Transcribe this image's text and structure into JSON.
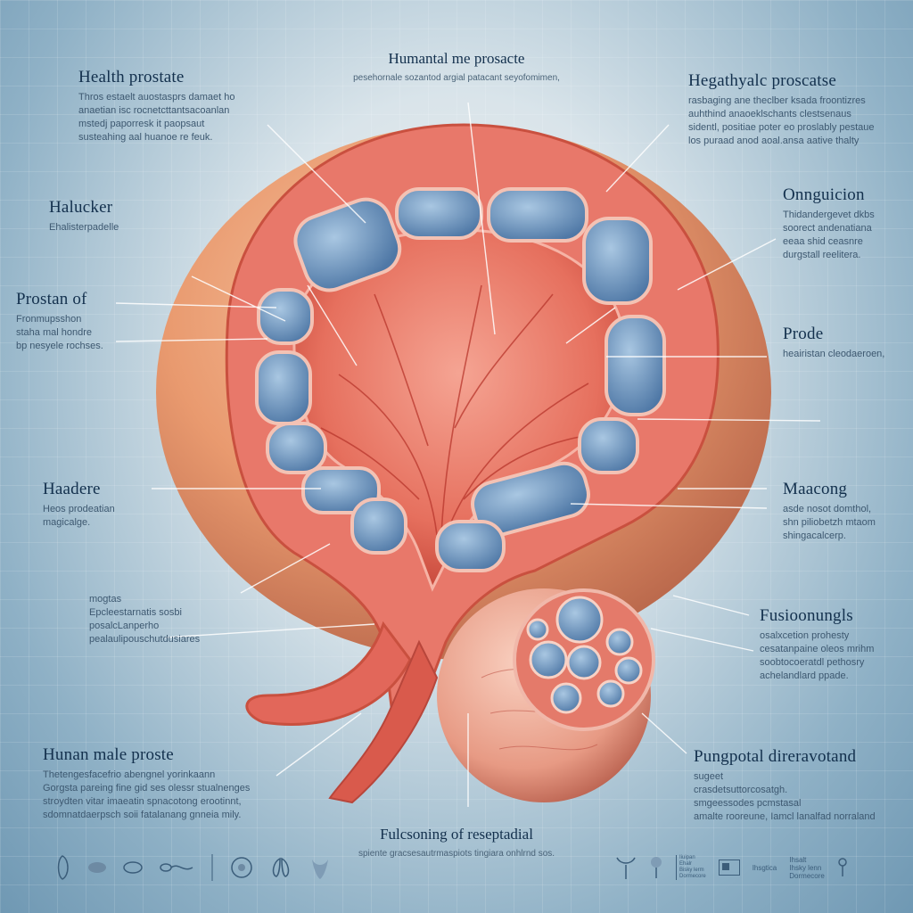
{
  "top": {
    "title": "Humantal me prosacte",
    "subtitle": "pesehornale sozantod argial patacant seyofomimen,"
  },
  "labels": [
    {
      "title": "Health prostate",
      "lines": [
        "Thros estaelt auostasprs damaet ho",
        "anaetian isc rocnetcttantsacoanlan",
        "mstedj paporresk it paopsaut",
        "susteahing aal huanoe re feuk."
      ]
    },
    {
      "title": "Halucker",
      "lines": [
        "Ehalisterpadelle"
      ]
    },
    {
      "title": "Prostan of",
      "lines": [
        "Fronmupsshon",
        "staha mal hondre",
        "bp nesyele rochses."
      ]
    },
    {
      "title": "Haadere",
      "lines": [
        "Heos prodeatian",
        "magicalge."
      ]
    },
    {
      "title": "",
      "lines": [
        "mogtas",
        "Epcleestarnatis sosbi",
        "posalcLanperho",
        "pealaulipouschutdusiares"
      ]
    },
    {
      "title": "Hunan male proste",
      "lines": [
        "Thetengesfacefrio abengnel yorinkaann",
        "Gorgsta pareing fine gid ses olessr stualnenges",
        "stroydten vitar imaeatin spnacotong erootinnt,",
        "sdomnatdaerpsch soii fatalanang gnneia mily."
      ]
    },
    {
      "title": "Hegathyalc proscatse",
      "lines": [
        "rasbaging ane theclber ksada froontizres",
        "auhthind anaoeklschants clestsenaus",
        "sidentl, positiae poter eo proslably pestaue",
        "los puraad anod aoal.ansa aative thalty"
      ]
    },
    {
      "title": "Onnguicion",
      "lines": [
        "Thidandergevet dkbs",
        "soorect andenatiana",
        "eeaa shid ceasnre",
        "durgstall reelitera."
      ]
    },
    {
      "title": "Prode",
      "lines": [
        "heairistan cleodaeroen,"
      ]
    },
    {
      "title": "Maacong",
      "lines": [
        "asde nosot domthol,",
        "shn piliobetzh mtaom",
        "shingacalcerp."
      ]
    },
    {
      "title": "Fusioonungls",
      "lines": [
        "osalxcetion prohesty",
        "cesatanpaine oleos mrihm",
        "soobtocoeratdl pethosry",
        "achelandlard ppade."
      ]
    },
    {
      "title": "Pungpotal direravotand",
      "lines": [
        "sugeet",
        "crasdetsuttorcosatgh.",
        "smgeessodes pcmstasal",
        "amalte rooreune, Iamcl lanalfad norraland"
      ]
    }
  ],
  "bottom_caption": {
    "title": "Fulcsoning of reseptadial",
    "subtitle": "spiente gracsesautrmaspiots tingiara onhlrnd sos."
  },
  "footer": {
    "left_icon_names": [
      "kidney-icon",
      "oval-cell-icon",
      "egg-icon",
      "sperm-icon",
      "divider-icon",
      "cell-circle-icon",
      "lungs-icon",
      "gland-icon"
    ],
    "right_icon_names": [
      "pelvis-icon",
      "flask-icon"
    ],
    "box_lines": [
      "Iiuipan",
      "Ehalr",
      "Bisky lerm",
      "Dormecore"
    ],
    "tag_a": "Ihsgtica",
    "tag_b_lines": [
      "Ihsalt",
      "Ihsky lenn",
      "Dormecore"
    ]
  },
  "colors": {
    "tissue": "#e86b5c",
    "tissue_light": "#f6a898",
    "outer": "#e9a27a",
    "gland_blue": "#5f8db8",
    "text_dark": "#13304d",
    "leader_line": "#ffffff"
  }
}
